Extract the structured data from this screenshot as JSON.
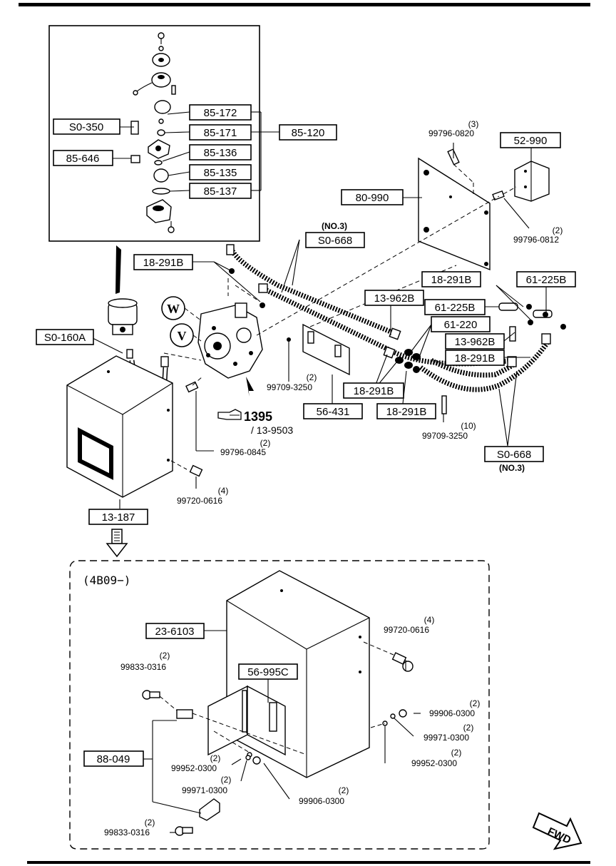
{
  "boxes": {
    "b85172": "85-172",
    "b85171": "85-171",
    "b85120": "85-120",
    "bS0350": "S0-350",
    "b85646": "85-646",
    "b85136": "85-136",
    "b85135": "85-135",
    "b85137": "85-137",
    "b80990": "80-990",
    "b52990": "52-990",
    "bS0668a": "S0-668",
    "b18291Ba": "18-291B",
    "b18291Bb": "18-291B",
    "b61225Ba": "61-225B",
    "b13962Ba": "13-962B",
    "b61225Bb": "61-225B",
    "b61220": "61-220",
    "b13962Bb": "13-962B",
    "b18291Bc": "18-291B",
    "bS0160A": "S0-160A",
    "b18291Bd": "18-291B",
    "b56431": "56-431",
    "b18291Be": "18-291B",
    "bS0668b": "S0-668",
    "b13187": "13-187",
    "b236103": "23-6103",
    "b56995C": "56-995C",
    "b88049": "88-049"
  },
  "parts": {
    "p1": "99796-0820",
    "p1q": "(3)",
    "p2": "99796-0812",
    "p2q": "(2)",
    "p3": "99709-3250",
    "p3q": "(2)",
    "p4": "99709-3250",
    "p4q": "(10)",
    "p5": "99796-0845",
    "p5q": "(2)",
    "p6": "99720-0616",
    "p6q": "(4)",
    "p7": "99720-0616",
    "p7q": "(4)",
    "p8": "99833-0316",
    "p8q": "(2)",
    "p9": "99906-0300",
    "p9q": "(2)",
    "p10": "99971-0300",
    "p10q": "(2)",
    "p11": "99952-0300",
    "p11q": "(2)",
    "p12": "99952-0300",
    "p12q": "(2)",
    "p13": "99971-0300",
    "p13q": "(2)",
    "p14": "99906-0300",
    "p14q": "(2)",
    "p15": "99833-0316",
    "p15q": "(2)"
  },
  "notes": {
    "no3a": "(NO.3)",
    "no3b": "(NO.3)",
    "ref1395": "1395",
    "ref139503": "/ 13-9503",
    "markW": "W",
    "markV": "V",
    "variant": "(4B09−)",
    "fwd": "FWD"
  }
}
